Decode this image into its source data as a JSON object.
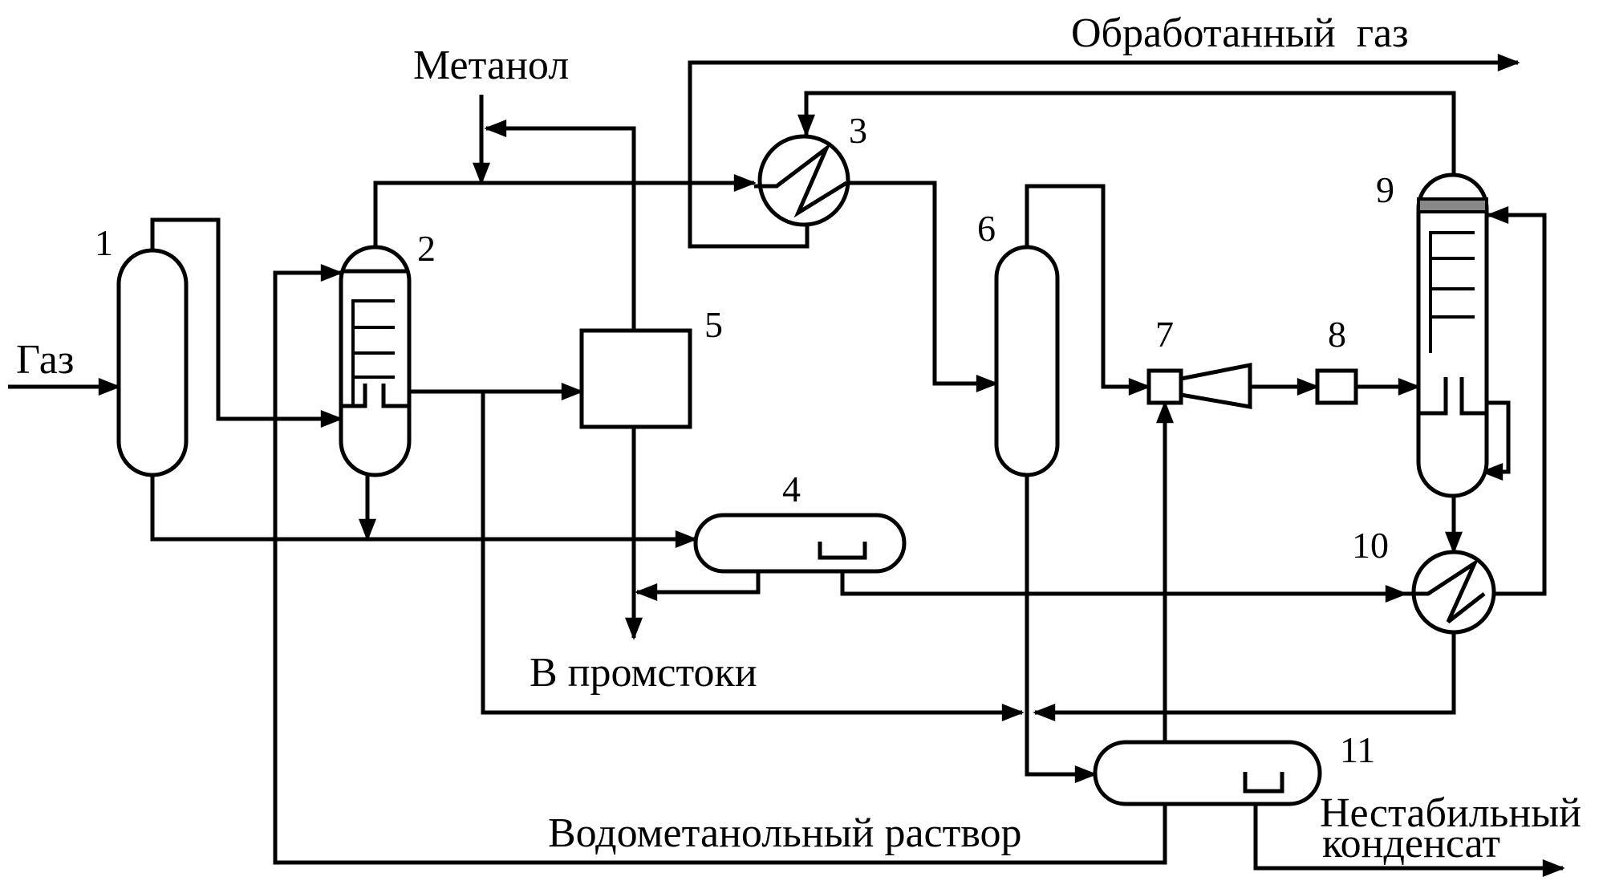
{
  "labels": {
    "gas_in": "Газ",
    "methanol": "Метанол",
    "treated_gas": "Обработанный  газ",
    "to_waste": "В промстоки",
    "water_methanol": "Водометанольный раствор",
    "unstable_condensate_1": "Нестабильный",
    "unstable_condensate_2": "конденсат"
  },
  "equipment_numbers": {
    "n1": "1",
    "n2": "2",
    "n3": "3",
    "n4": "4",
    "n5": "5",
    "n6": "6",
    "n7": "7",
    "n8": "8",
    "n9": "9",
    "n10": "10",
    "n11": "11"
  }
}
